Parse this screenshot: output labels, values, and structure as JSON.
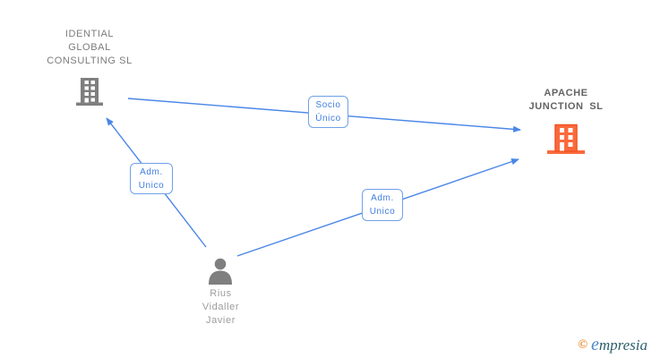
{
  "diagram": {
    "nodes": {
      "company_left": {
        "name": "IDENTIAL\nGLOBAL\nCONSULTING SL",
        "type": "company",
        "icon": "building-icon",
        "icon_color": "#7f7f7f"
      },
      "company_right": {
        "name": "APACHE\nJUNCTION SL",
        "type": "company",
        "icon": "building-icon",
        "icon_color": "#fa6a3d",
        "highlighted": true
      },
      "person": {
        "name": "Rius\nVidaller\nJavier",
        "type": "person",
        "icon": "person-icon",
        "icon_color": "#7f7f7f"
      }
    },
    "edges": [
      {
        "label": "Socio\nÚnico",
        "from": "IDENTIAL GLOBAL CONSULTING SL",
        "to": "APACHE JUNCTION SL"
      },
      {
        "label": "Adm.\nUnico",
        "from": "Rius Vidaller Javier",
        "to": "IDENTIAL GLOBAL CONSULTING SL"
      },
      {
        "label": "Adm.\nUnico",
        "from": "Rius Vidaller Javier",
        "to": "APACHE JUNCTION SL"
      }
    ]
  },
  "colors": {
    "edge_blue": "#4a86e8",
    "edge_label_border": "#6fa1e8",
    "edge_label_text": "#3f7de0",
    "company_text": "#7c7c7c",
    "highlight_company_text": "#636363",
    "person_text": "#9c9c9c",
    "building_gray": "#7f7f7f",
    "building_orange": "#fa6a3d",
    "building_orange_border": "#f05423",
    "logo_copyright": "#e8821e",
    "logo_e": "#4a86c8",
    "logo_rest": "#2a5f6b"
  },
  "watermark": {
    "copyright": "©",
    "brand_e": "e",
    "brand_rest": "mpresia"
  }
}
